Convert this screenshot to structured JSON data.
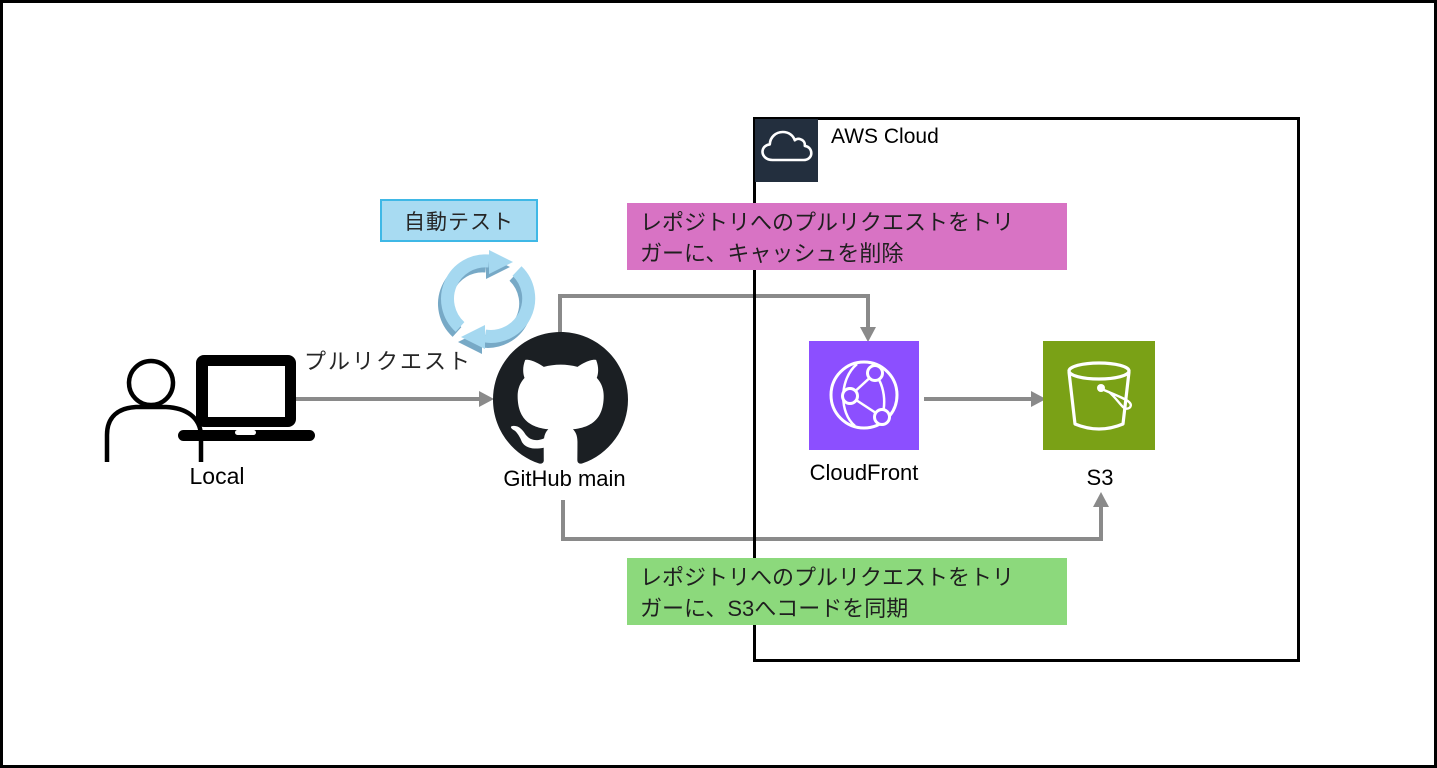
{
  "diagram": {
    "type": "architecture-flow",
    "background": "#ffffff",
    "border_color": "#000000"
  },
  "nodes": {
    "local": {
      "label": "Local",
      "icon": "person-laptop-icon"
    },
    "github": {
      "label": "GitHub main",
      "icon": "github-octocat-icon",
      "color": "#1B1F23"
    },
    "aws": {
      "label": "AWS Cloud",
      "icon": "aws-cloud-icon",
      "color": "#232F3E"
    },
    "cloudfront": {
      "label": "CloudFront",
      "icon": "cloudfront-globe-icon",
      "color": "#8C4FFF"
    },
    "s3": {
      "label": "S3",
      "icon": "s3-bucket-icon",
      "color": "#7AA116"
    }
  },
  "annotations": {
    "pull_request": {
      "label": "プルリクエスト"
    },
    "auto_test": {
      "label": "自動テスト",
      "fill": "#A8DBF2",
      "border": "#3FB8E6",
      "icon": "refresh-cycle-icon"
    },
    "invalidate_cache": {
      "lines": [
        "レポジトリへのプルリクエストをトリ",
        "ガーに、キャッシュを削除"
      ],
      "fill": "#D873C4"
    },
    "sync_code": {
      "lines": [
        "レポジトリへのプルリクエストをトリ",
        "ガーに、S3へコードを同期"
      ],
      "fill": "#8CD97C"
    }
  },
  "edges": [
    {
      "from": "local",
      "to": "github",
      "label": "プルリクエスト"
    },
    {
      "from": "github",
      "to": "cloudfront",
      "note": "invalidate_cache"
    },
    {
      "from": "cloudfront",
      "to": "s3"
    },
    {
      "from": "github",
      "to": "s3",
      "note": "sync_code"
    }
  ],
  "colors": {
    "connector": "#8A8A8A",
    "refresh_light": "#A5D8F0",
    "refresh_shadow": "#77A9C6"
  }
}
